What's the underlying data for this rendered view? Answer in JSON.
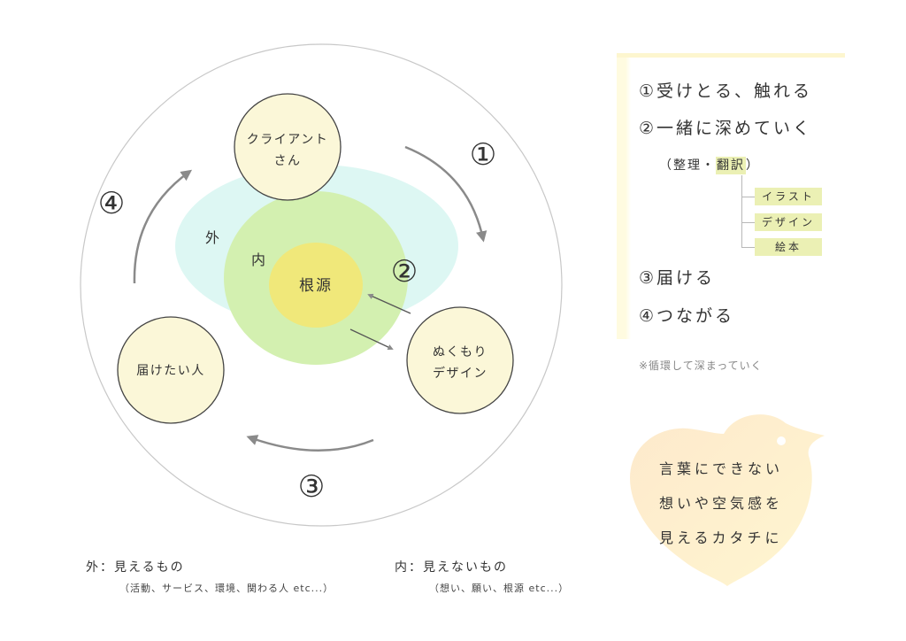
{
  "diagram": {
    "client_label": [
      "クライアント",
      "さん"
    ],
    "nukumori_label": [
      "ぬくもり",
      "デザイン"
    ],
    "recipient_label": "届けたい人",
    "core_label": "根源",
    "outer_label": "外",
    "inner_label": "内",
    "step_numbers": [
      "①",
      "②",
      "③",
      "④"
    ]
  },
  "legend": {
    "steps": [
      "①受けとる、触れる",
      "②一緒に深めていく",
      "③届ける",
      "④つながる"
    ],
    "sub_prefix": "（整理・",
    "sub_highlight": "翻訳",
    "sub_suffix": "）",
    "tags": [
      "イラスト",
      "デザイン",
      "絵本"
    ],
    "note": "※循環して深まっていく"
  },
  "bird_message": [
    "言葉にできない",
    "想いや空気感を",
    "見えるカタチに"
  ],
  "captions": {
    "outer_title": "外：見えるもの",
    "outer_sub": "（活動、サービス、環境、関わる人 etc...）",
    "inner_title": "内：見えないもの",
    "inner_sub": "（想い、願い、根源 etc...）"
  },
  "colors": {
    "outer_zone": "#ddf7f3",
    "inner_zone": "#d3f0b0",
    "core": "#f0e87a",
    "node_fill": "#fbf7d8",
    "arrow": "#8a8a8a",
    "highlight": "#ebf0b4"
  }
}
